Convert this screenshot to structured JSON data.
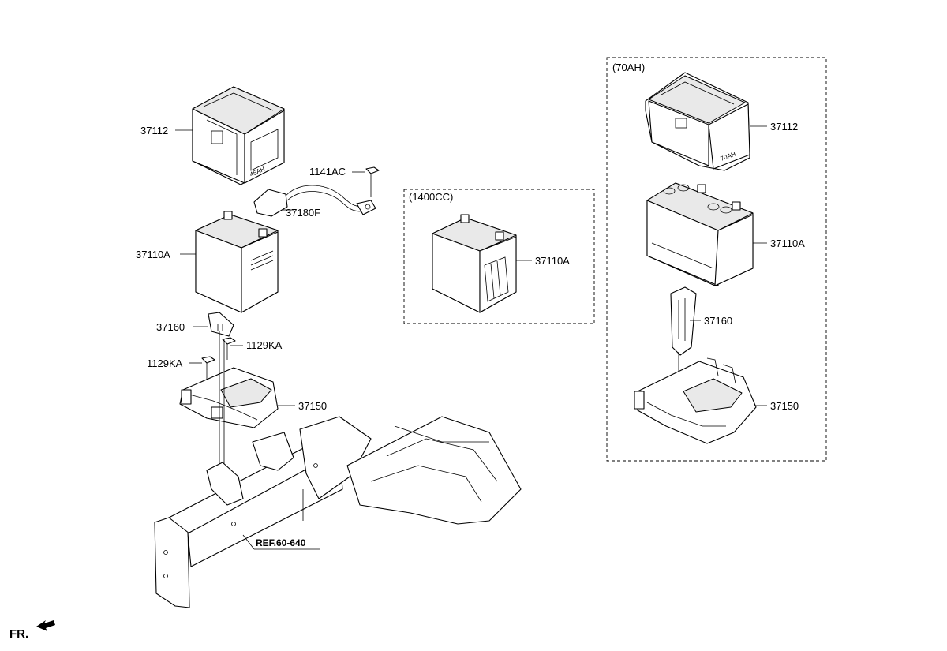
{
  "labels": {
    "tray_left": "37112",
    "bolt_top": "1141AC",
    "cable": "37180F",
    "battery_left": "37110A",
    "clamp_left": "37160",
    "bolt_right": "1129KA",
    "bolt_left": "1129KA",
    "bracket_left": "37150",
    "ref": "REF.60-640",
    "fr": "FR."
  },
  "variants": {
    "cc1400": {
      "title": "(1400CC)",
      "battery": "37110A"
    },
    "ah70": {
      "title": "(70AH)",
      "tray": "37112",
      "battery": "37110A",
      "clamp": "37160",
      "bracket": "37150"
    }
  },
  "decals": {
    "tray_left_text": "45AH",
    "tray_right_text": "70AH"
  }
}
